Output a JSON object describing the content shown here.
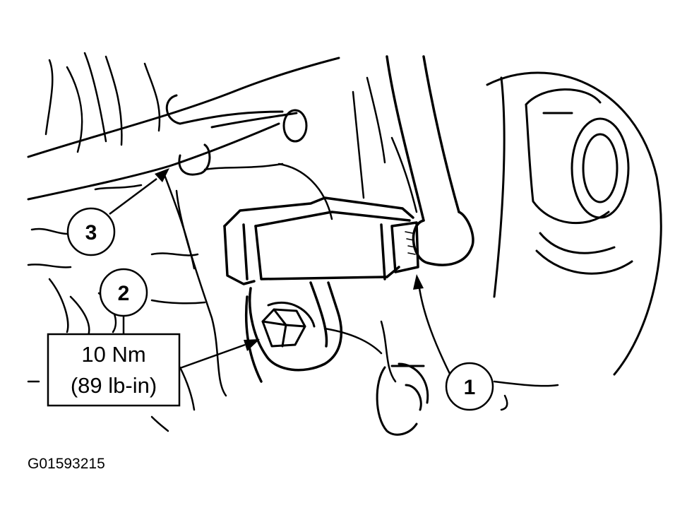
{
  "callouts": {
    "c1": "1",
    "c2": "2",
    "c3": "3"
  },
  "torque_spec": {
    "metric": "10 Nm",
    "imperial": "(89 lb-in)"
  },
  "figure_id": "G01593215"
}
